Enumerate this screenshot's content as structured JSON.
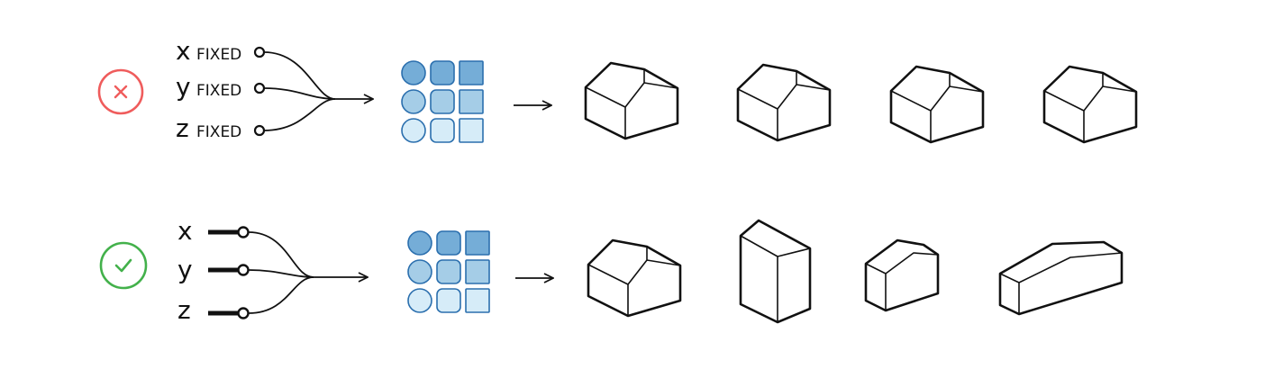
{
  "rows": [
    {
      "status": "incorrect",
      "status_color": "#ef5c5c",
      "status_icon": "cross-icon",
      "variables": [
        {
          "name": "x",
          "tag": "FIXED"
        },
        {
          "name": "y",
          "tag": "FIXED"
        },
        {
          "name": "z",
          "tag": "FIXED"
        }
      ],
      "output_shapes": [
        "house",
        "house",
        "house",
        "house"
      ]
    },
    {
      "status": "correct",
      "status_color": "#43b14b",
      "status_icon": "check-icon",
      "variables": [
        {
          "name": "x",
          "tag": ""
        },
        {
          "name": "y",
          "tag": ""
        },
        {
          "name": "z",
          "tag": ""
        }
      ],
      "output_shapes": [
        "house",
        "tall-box",
        "small-house",
        "long-slab"
      ]
    }
  ],
  "grid_icon": {
    "name": "shape-grid-icon",
    "light": "#d6ecf8",
    "dark": "#6aa6d3",
    "stroke": "#2b6fae"
  }
}
